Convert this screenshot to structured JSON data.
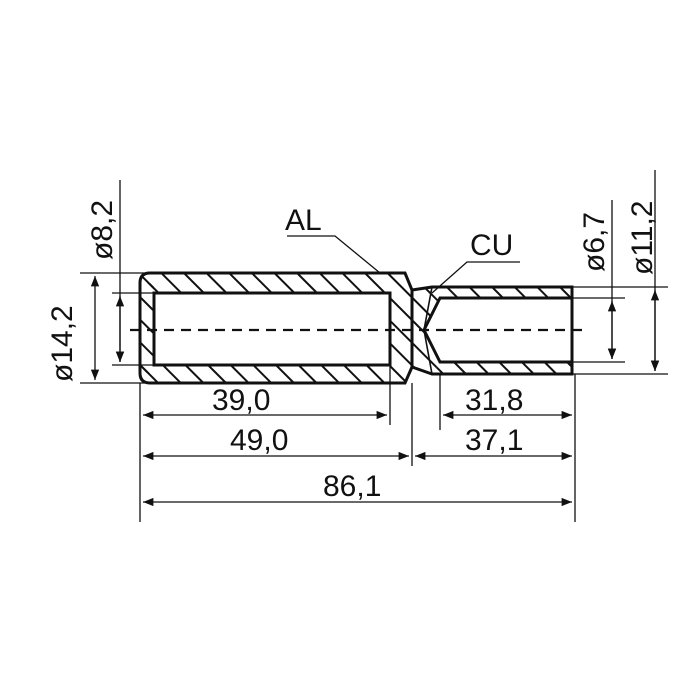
{
  "materials": {
    "aluminium": "AL",
    "copper": "CU"
  },
  "diameters": {
    "al_outer": "ø14,2",
    "al_inner": "ø8,2",
    "cu_inner": "ø6,7",
    "cu_outer": "ø11,2"
  },
  "lengths": {
    "al_bore": "39,0",
    "al_section": "49,0",
    "cu_bore": "31,8",
    "cu_section": "37,1",
    "overall": "86,1"
  }
}
